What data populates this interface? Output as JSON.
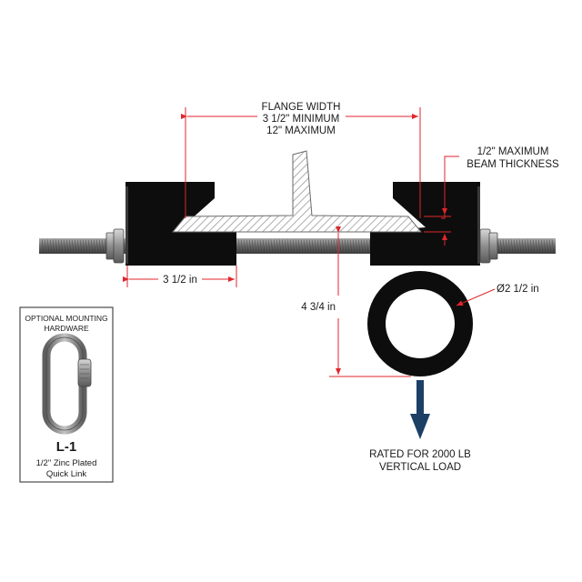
{
  "flange_width": {
    "title": "FLANGE WIDTH",
    "minimum": "3 1/2\" MINIMUM",
    "maximum": "12\" MAXIMUM"
  },
  "beam_thickness": {
    "line1": "1/2\" MAXIMUM",
    "line2": "BEAM THICKNESS"
  },
  "jaw_length": "3 1/2 in",
  "drop_height": "4 3/4 in",
  "ring_diameter": "Ø2 1/2 in",
  "load_rating": {
    "line1": "RATED FOR 2000 LB",
    "line2": "VERTICAL LOAD"
  },
  "hardware_box": {
    "title_line1": "OPTIONAL MOUNTING",
    "title_line2": "HARDWARE",
    "model": "L-1",
    "desc_line1": "1/2\" Zinc Plated",
    "desc_line2": "Quick Link"
  },
  "colors": {
    "dimension_line": "#e0262c",
    "clamp_body": "#0d0d0d",
    "arrow": "#1d3f66",
    "rod": "#6e6e6e",
    "link": "#8a8a8a"
  }
}
